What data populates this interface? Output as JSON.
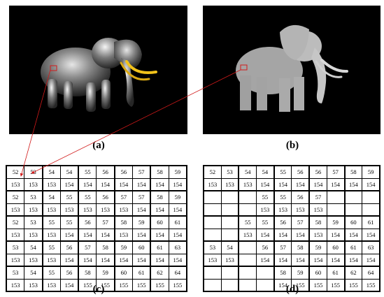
{
  "captions": {
    "a": "(a)",
    "b": "(b)",
    "c": "(c)",
    "d": "(d)"
  },
  "colors": {
    "arrow": "#d11a1a",
    "panel_bg": "#000000",
    "tusk": "#f1c21b"
  },
  "grid_c": [
    [
      "52",
      "53",
      "54",
      "54",
      "55",
      "56",
      "56",
      "57",
      "58",
      "59"
    ],
    [
      "153",
      "153",
      "153",
      "154",
      "154",
      "154",
      "154",
      "154",
      "154",
      "154"
    ],
    [
      "52",
      "53",
      "54",
      "55",
      "55",
      "56",
      "57",
      "57",
      "58",
      "59"
    ],
    [
      "153",
      "153",
      "153",
      "153",
      "153",
      "153",
      "153",
      "154",
      "154",
      "154"
    ],
    [
      "52",
      "53",
      "55",
      "55",
      "56",
      "57",
      "58",
      "59",
      "60",
      "61"
    ],
    [
      "153",
      "153",
      "153",
      "154",
      "154",
      "154",
      "153",
      "154",
      "154",
      "154"
    ],
    [
      "53",
      "54",
      "55",
      "56",
      "57",
      "58",
      "59",
      "60",
      "61",
      "63"
    ],
    [
      "153",
      "153",
      "153",
      "154",
      "154",
      "154",
      "154",
      "154",
      "154",
      "154"
    ],
    [
      "53",
      "54",
      "55",
      "56",
      "58",
      "59",
      "60",
      "61",
      "62",
      "64"
    ],
    [
      "153",
      "153",
      "153",
      "154",
      "155",
      "155",
      "155",
      "155",
      "155",
      "155"
    ]
  ],
  "grid_d": [
    [
      "52",
      "53",
      "54",
      "54",
      "55",
      "56",
      "56",
      "57",
      "58",
      "59"
    ],
    [
      "153",
      "153",
      "153",
      "154",
      "154",
      "154",
      "154",
      "154",
      "154",
      "154"
    ],
    [
      "",
      "",
      "",
      "55",
      "55",
      "56",
      "57",
      "",
      "",
      ""
    ],
    [
      "",
      "",
      "",
      "153",
      "153",
      "153",
      "153",
      "",
      "",
      ""
    ],
    [
      "",
      "",
      "55",
      "55",
      "56",
      "57",
      "58",
      "59",
      "60",
      "61"
    ],
    [
      "",
      "",
      "153",
      "154",
      "154",
      "154",
      "153",
      "154",
      "154",
      "154"
    ],
    [
      "53",
      "54",
      "",
      "56",
      "57",
      "58",
      "59",
      "60",
      "61",
      "63"
    ],
    [
      "153",
      "153",
      "",
      "154",
      "154",
      "154",
      "154",
      "154",
      "154",
      "154"
    ],
    [
      "",
      "",
      "",
      "",
      "58",
      "59",
      "60",
      "61",
      "62",
      "64"
    ],
    [
      "",
      "",
      "",
      "",
      "154",
      "155",
      "155",
      "155",
      "155",
      "155"
    ]
  ]
}
